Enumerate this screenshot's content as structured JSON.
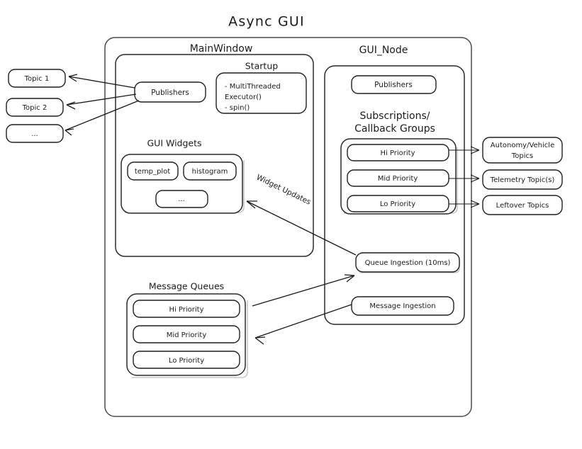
{
  "title": "Async  GUI",
  "containers": {
    "outer": {
      "label": ""
    },
    "main_window": {
      "label": "MainWindow"
    },
    "gui_node": {
      "label": "GUI_Node"
    }
  },
  "main_window": {
    "publishers": {
      "label": "Publishers"
    },
    "startup": {
      "group_label": "Startup",
      "items": [
        "-  MultiThreaded",
        "   Executor()",
        "-  spin()"
      ]
    },
    "gui_widgets": {
      "group_label": "GUI Widgets",
      "widgets": [
        {
          "label": "temp_plot"
        },
        {
          "label": "histogram"
        },
        {
          "label": "..."
        }
      ]
    }
  },
  "gui_node": {
    "publishers": {
      "label": "Publishers"
    },
    "subscriptions": {
      "group_label_line1": "Subscriptions/",
      "group_label_line2": "Callback Groups",
      "items": [
        {
          "label": "Hi Priority"
        },
        {
          "label": "Mid Priority"
        },
        {
          "label": "Lo Priority"
        }
      ]
    },
    "ingestion": [
      {
        "label": "Queue Ingestion (10ms)"
      },
      {
        "label": "Message Ingestion"
      }
    ]
  },
  "message_queues": {
    "group_label": "Message Queues",
    "items": [
      {
        "label": "Hi Priority"
      },
      {
        "label": "Mid Priority"
      },
      {
        "label": "Lo Priority"
      }
    ]
  },
  "left_topics": [
    {
      "label": "Topic 1"
    },
    {
      "label": "Topic 2"
    },
    {
      "label": "..."
    }
  ],
  "right_topics": [
    {
      "label_line1": "Autonomy/Vehicle",
      "label_line2": "Topics"
    },
    {
      "label_line1": "Telemetry Topic(s)",
      "label_line2": ""
    },
    {
      "label_line1": "Leftover Topics",
      "label_line2": ""
    }
  ],
  "annotations": {
    "widget_updates": "Widget Updates"
  },
  "colors": {
    "background": "#ffffff",
    "stroke": "#1f1f1f",
    "outer_stroke": "#4a4a4a",
    "text": "#1b1b1b",
    "shadow": "#9a9a9a"
  }
}
